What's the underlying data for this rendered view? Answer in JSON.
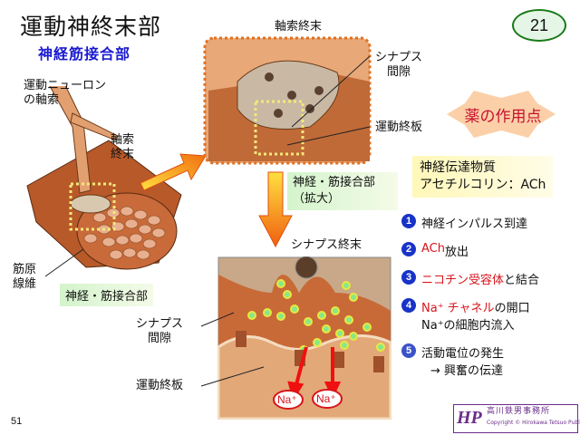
{
  "header": {
    "title": "運動神終末部",
    "subtitle": "神経筋接合部",
    "slide_badge": "21"
  },
  "left_figure": {
    "labels": {
      "axon": "運動ニューロン\nの軸索",
      "axon_terminal": "軸索\n終末",
      "myofibril": "筋原\n線維"
    },
    "caption": "神経・筋接合部"
  },
  "top_figure": {
    "title": "軸索終末",
    "labels": {
      "synaptic_cleft": "シナプス\n間隙",
      "motor_endplate": "運動終板"
    },
    "caption": "神経・筋接合部\n（拡大）"
  },
  "bottom_figure": {
    "title": "シナプス終末",
    "labels": {
      "synaptic_cleft": "シナプス\n間隙",
      "motor_endplate": "運動終板"
    },
    "ion_labels": [
      "Na⁺",
      "Na⁺"
    ]
  },
  "drug_site": "薬の作用点",
  "neurotransmitter": {
    "line1": "神経伝達物質",
    "line2": "アセチルコリン：ACh"
  },
  "steps": [
    {
      "num": "1",
      "red": "",
      "text": "神経インパルス到達",
      "line2": ""
    },
    {
      "num": "2",
      "red": "ACh",
      "text": " 放出",
      "line2": ""
    },
    {
      "num": "3",
      "red": "ニコチン受容体",
      "text": "と結合",
      "line2": ""
    },
    {
      "num": "4",
      "red": "Na⁺ チャネル",
      "text": "の開口",
      "line2": "Na⁺の細胞内流入"
    },
    {
      "num": "5",
      "red": "",
      "text": "活動電位の発生",
      "line2": "→ 興奮の伝達"
    }
  ],
  "footer": {
    "page_number": "51",
    "logo_text": "高川鉄男事務所",
    "logo_mark": "HP",
    "copyright": "Copyright © Hirokawa Tetsuo Publishing INC."
  },
  "colors": {
    "muscle": "#b8592a",
    "muscle_light": "#e2a070",
    "subtitle_blue": "#1a1ad0",
    "accent_red": "#d8141c",
    "arrow_orange": "#f08a10",
    "step_blue": "#1733c8"
  }
}
